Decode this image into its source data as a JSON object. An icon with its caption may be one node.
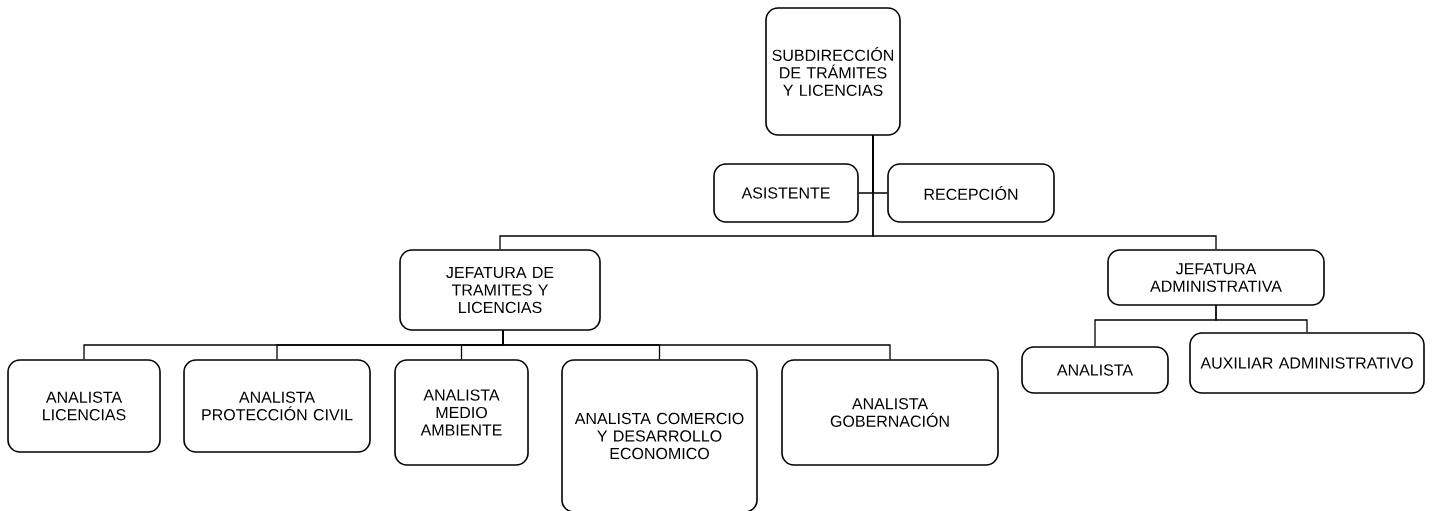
{
  "diagram": {
    "nodes": [
      {
        "text": [
          "SUBDIRECCIÓN DE TRÁMITES Y LICENCIAS"
        ]
      },
      {
        "text": [
          "ASISTENTE"
        ]
      },
      {
        "text": [
          "RECEPCIÓN"
        ]
      },
      {
        "text": [
          "JEFATURA DE TRAMITES Y LICENCIAS"
        ]
      },
      {
        "text": [
          "JEFATURA ADMINISTRATIVA"
        ]
      },
      {
        "text": [
          "ANALISTA LICENCIAS"
        ]
      },
      {
        "text": [
          "ANALISTA PROTECCIÓN CIVIL"
        ]
      },
      {
        "text": [
          "ANALISTA MEDIO AMBIENTE"
        ]
      },
      {
        "text": [
          "ANALISTA COMERCIO Y DESARROLLO ECONOMICO"
        ]
      },
      {
        "text": [
          "ANALISTA GOBERNACIÓN"
        ]
      },
      {
        "text": [
          "ANALISTA"
        ]
      },
      {
        "text": [
          "AUXILIAR ADMINISTRATIVO"
        ]
      }
    ],
    "edges": [
      {
        "from": 0,
        "to": 1,
        "arrow": "none"
      },
      {
        "from": 0,
        "to": 2,
        "arrow": "none"
      },
      {
        "from": 0,
        "to": 3,
        "arrow": "none"
      },
      {
        "from": 0,
        "to": 4,
        "arrow": "none"
      },
      {
        "from": 3,
        "to": 5,
        "arrow": "none"
      },
      {
        "from": 3,
        "to": 6,
        "arrow": "none"
      },
      {
        "from": 3,
        "to": 7,
        "arrow": "none"
      },
      {
        "from": 3,
        "to": 8,
        "arrow": "none"
      },
      {
        "from": 3,
        "to": 9,
        "arrow": "none"
      },
      {
        "from": 4,
        "to": 10,
        "arrow": "none"
      },
      {
        "from": 4,
        "to": 11,
        "arrow": "none"
      }
    ]
  }
}
